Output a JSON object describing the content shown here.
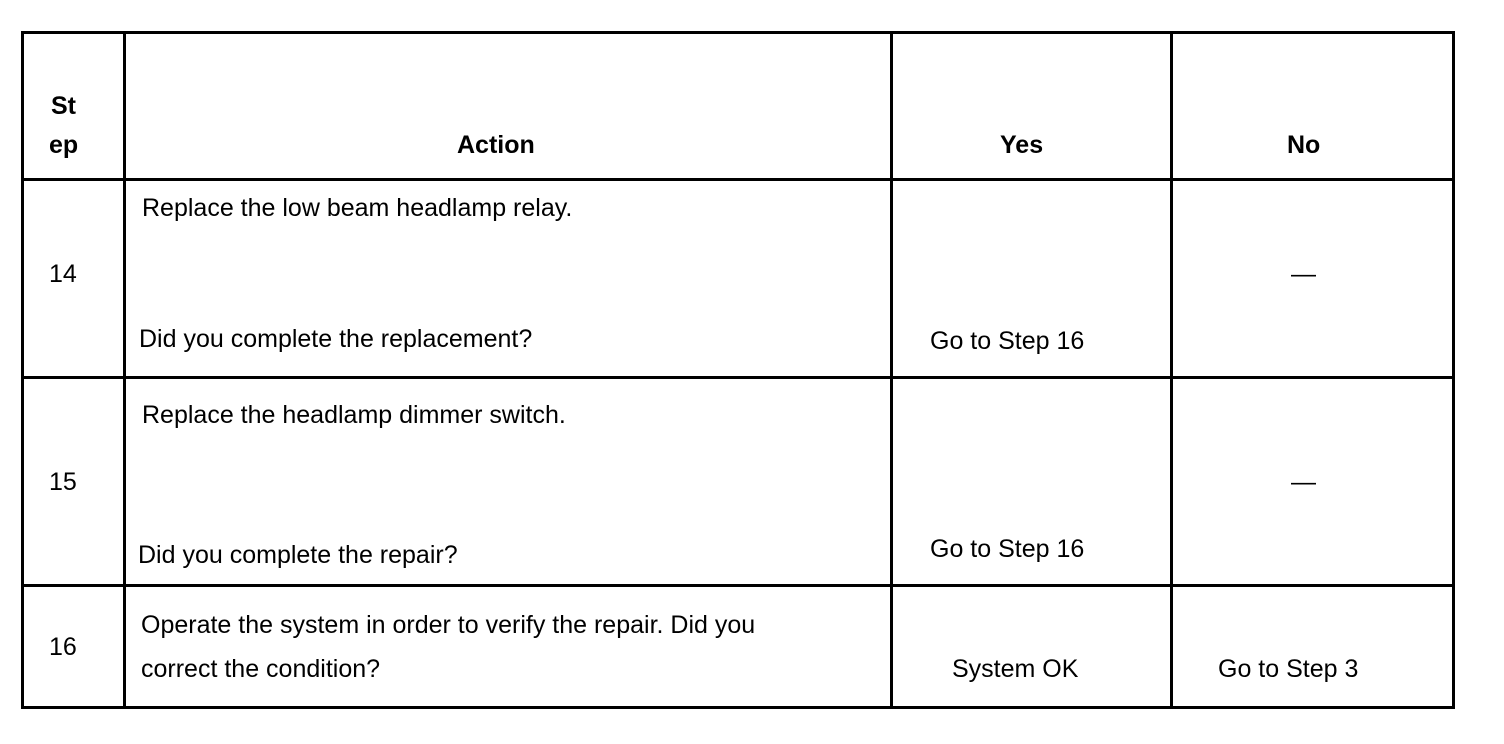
{
  "header": {
    "step_line1": "St",
    "step_line2": "ep",
    "action": "Action",
    "yes": "Yes",
    "no": "No"
  },
  "rows": [
    {
      "step": "14",
      "action_line1": "Replace the low beam headlamp relay.",
      "action_line2": "Did you complete the replacement?",
      "yes": "Go to Step 16",
      "no": "—"
    },
    {
      "step": "15",
      "action_line1": "Replace the headlamp dimmer switch.",
      "action_line2": "Did you complete the repair?",
      "yes": "Go to Step 16",
      "no": "—"
    },
    {
      "step": "16",
      "action_line1": "Operate the system in order to verify the repair. Did you",
      "action_line2": "correct the condition?",
      "yes": "System OK",
      "no": "Go to Step 3"
    }
  ]
}
